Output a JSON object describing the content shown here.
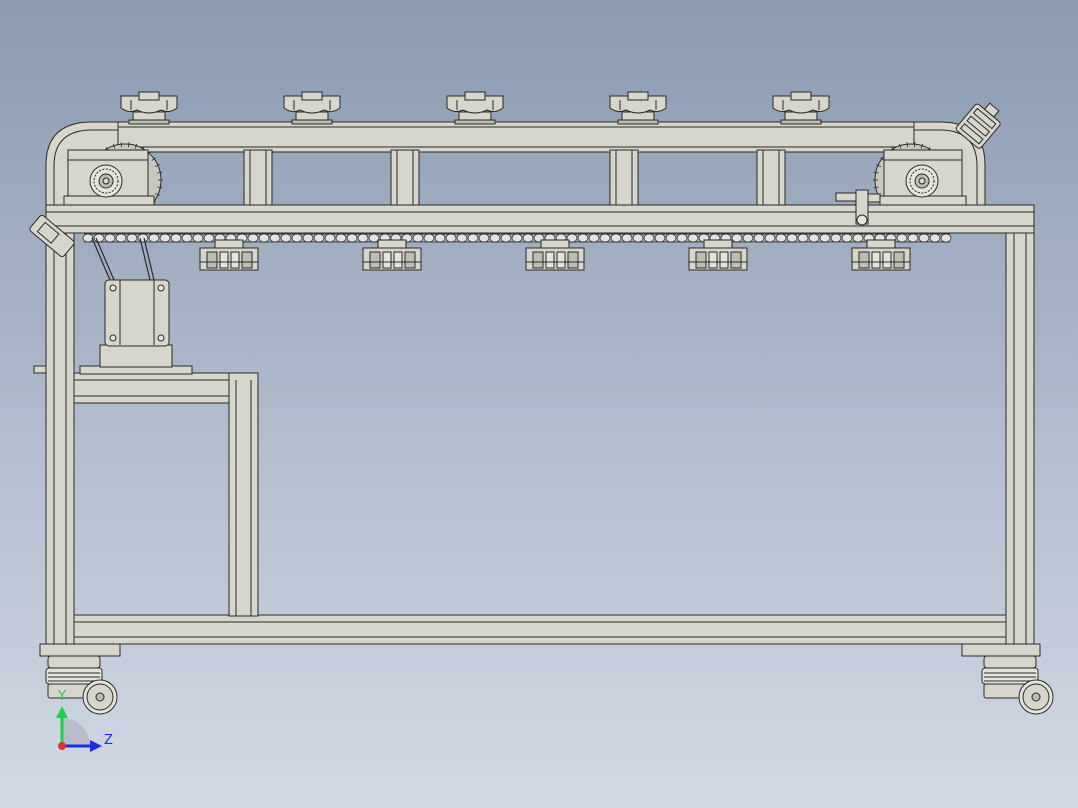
{
  "scene": {
    "type": "cad-assembly-side-view",
    "background_top": "#8a9bb0",
    "background_bottom": "#d3d9e6",
    "part_fill": "#d6d6cc",
    "part_shade": "#bdbdb2",
    "part_light": "#e4e4dc",
    "edge_color": "#2a2a2a"
  },
  "triad": {
    "y_label": "Y",
    "z_label": "Z",
    "y_color": "#1fd14a",
    "z_color": "#1a2fe0",
    "origin_color": "#e03030"
  },
  "components": {
    "clamp_knobs": 5,
    "chain_pendant_fixtures": 5,
    "top_rail_posts": 4,
    "caster_wheels": 2,
    "sprockets": 2,
    "stepper_motor": 1
  }
}
